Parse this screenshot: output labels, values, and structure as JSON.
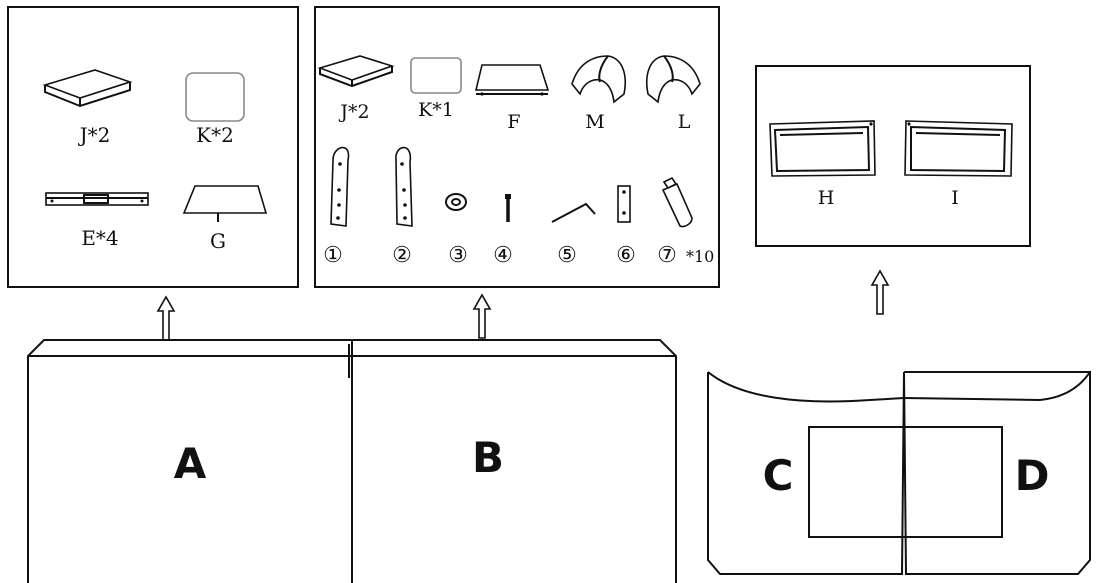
{
  "panel_a": {
    "parts": [
      {
        "label": "J*2",
        "icon": "cushion-icon"
      },
      {
        "label": "K*2",
        "icon": "panel-icon"
      },
      {
        "label": "E*4",
        "icon": "rail-icon"
      },
      {
        "label": "G",
        "icon": "table-top-icon"
      }
    ]
  },
  "panel_b": {
    "parts": [
      {
        "label": "J*2",
        "icon": "cushion-icon"
      },
      {
        "label": "K*1",
        "icon": "panel-icon"
      },
      {
        "label": "F",
        "icon": "board-icon"
      },
      {
        "label": "M",
        "icon": "armrest-icon"
      },
      {
        "label": "L",
        "icon": "armrest-icon"
      }
    ],
    "hardware": [
      {
        "label": "①",
        "icon": "left-bracket-icon"
      },
      {
        "label": "②",
        "icon": "right-bracket-icon"
      },
      {
        "label": "③",
        "icon": "washer-icon"
      },
      {
        "label": "④",
        "icon": "bolt-icon"
      },
      {
        "label": "⑤",
        "icon": "allen-key-icon"
      },
      {
        "label": "⑥",
        "icon": "plate-icon"
      },
      {
        "label": "⑦",
        "icon": "leg-icon"
      }
    ],
    "quantity_note": "*10"
  },
  "panel_hi": {
    "parts": [
      {
        "label": "H",
        "icon": "frame-icon"
      },
      {
        "label": "I",
        "icon": "frame-icon"
      }
    ]
  },
  "boxes": {
    "a": "A",
    "b": "B",
    "c": "C",
    "d": "D"
  }
}
